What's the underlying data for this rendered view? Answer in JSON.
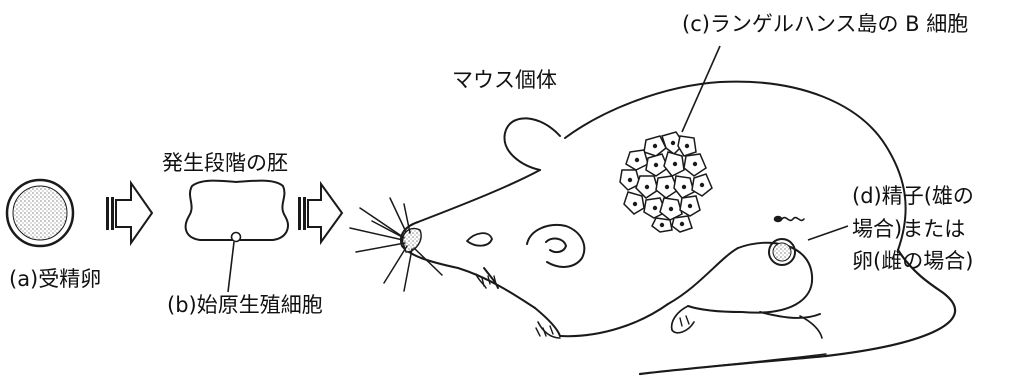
{
  "labels": {
    "mouse": "マウス個体",
    "embryo_stage": "発生段階の胚",
    "egg": "(a)受精卵",
    "pgc": "(b)始原生殖細胞",
    "islet": "(c)ランゲルハンス島の B 細胞",
    "gametes": [
      "(d)精子(雄の",
      "場合)または",
      "卵(雌の場合)"
    ]
  },
  "colors": {
    "line": "#1a1a1a",
    "stipple": "#8a8a8a",
    "background": "#ffffff"
  },
  "icons": [
    "right-arrow-icon",
    "sperm-icon"
  ]
}
